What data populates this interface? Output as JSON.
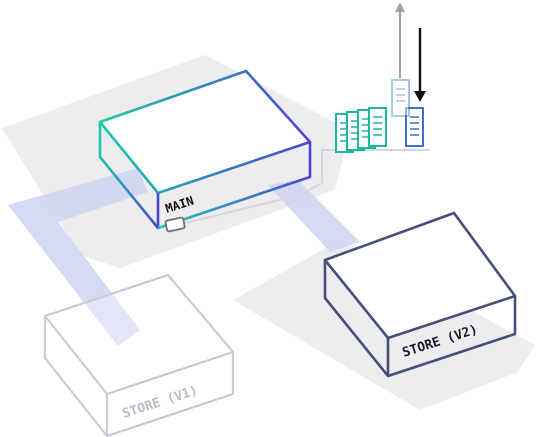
{
  "labels": {
    "main": "MAIN",
    "store_v1": "STORE (V1)",
    "store_v2": "STORE (V2)"
  },
  "colors": {
    "main_gradient_start": "#1ec8a6",
    "main_gradient_end": "#4a47d1",
    "store_v2_stroke": "#45507a",
    "store_v1_stroke": "#c9ccd8",
    "store_v1_text": "#b9bcc6",
    "shadow": "#ededf0",
    "flow_band": "#cfd2f2",
    "doc_teal": "#1eb6a0",
    "doc_blue": "#3f6fc9",
    "arrow_out": "#9ea3aa",
    "arrow_in": "#111111"
  },
  "icons": [
    "arrow-up-icon",
    "arrow-down-icon",
    "document-icon",
    "port-icon"
  ]
}
